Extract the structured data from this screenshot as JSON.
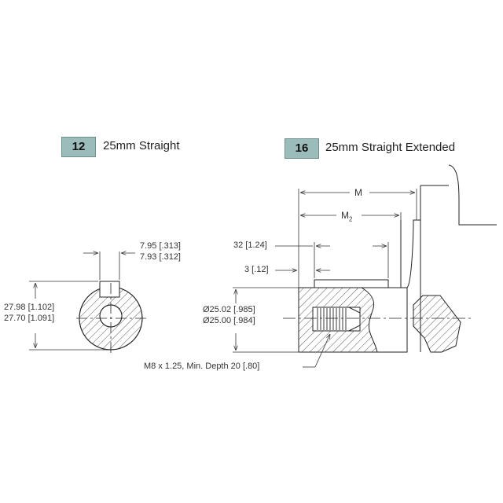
{
  "views": [
    {
      "number": "12",
      "title": "25mm Straight"
    },
    {
      "number": "16",
      "title": "25mm Straight Extended"
    }
  ],
  "left_dims": {
    "key_width_max": "7.95 [.313]",
    "key_width_min": "7.93 [.312]",
    "height_max": "27.98 [1.102]",
    "height_min": "27.70 [1.091]"
  },
  "right_dims": {
    "m_label": "M",
    "m2_label": "M",
    "m2_sub": "2",
    "key_length": "32 [1.24]",
    "key_offset": "3 [.12]",
    "dia_max": "Ø25.02 [.985]",
    "dia_min": "Ø25.00 [.984]",
    "thread_note": "M8 x 1.25, Min. Depth 20 [.80]"
  },
  "colors": {
    "badge_fill": "#9cbcbc",
    "line": "#222222"
  }
}
